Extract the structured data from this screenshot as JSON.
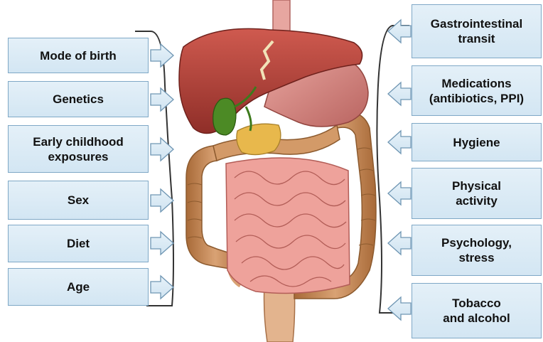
{
  "left_factors": [
    {
      "label": "Mode of birth"
    },
    {
      "label": "Genetics"
    },
    {
      "label": "Early childhood\nexposures"
    },
    {
      "label": "Sex"
    },
    {
      "label": "Diet"
    },
    {
      "label": "Age"
    }
  ],
  "right_factors": [
    {
      "label": "Gastrointestinal\ntransit"
    },
    {
      "label": "Medications\n(antibiotics, PPI)"
    },
    {
      "label": "Hygiene"
    },
    {
      "label": "Physical\nactivity"
    },
    {
      "label": "Psychology,\nstress"
    },
    {
      "label": "Tobacco\nand alcohol"
    }
  ],
  "colors": {
    "box_fill": "#dbeaf5",
    "box_border": "#7fa8c6",
    "liver": "#b8423a",
    "stomach": "#d98a86",
    "gallbladder": "#4c8a25",
    "pancreas": "#e8b84c",
    "colon": "#c48a55",
    "small_intestine": "#e8928c"
  }
}
